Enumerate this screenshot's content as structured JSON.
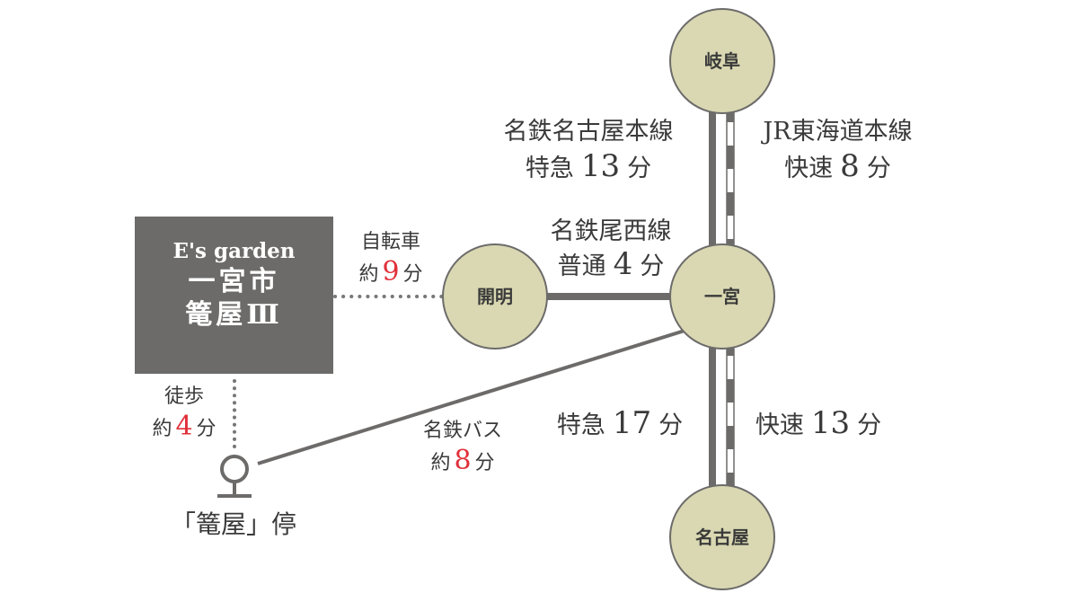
{
  "property": {
    "brand": "E's garden",
    "line1": "一宮市",
    "line2": "篭屋Ⅲ"
  },
  "stations": {
    "gifu": "岐阜",
    "ichinomiya": "一宮",
    "nagoya": "名古屋",
    "kaimei": "開明"
  },
  "bus_stop": "「篭屋」停",
  "routes": {
    "bicycle": {
      "mode": "自転車",
      "prefix": "約",
      "minutes": "9",
      "unit": "分"
    },
    "walk": {
      "mode": "徒歩",
      "prefix": "約",
      "minutes": "4",
      "unit": "分"
    },
    "bus": {
      "mode": "名鉄バス",
      "prefix": "約",
      "minutes": "8",
      "unit": "分"
    },
    "bisai": {
      "line": "名鉄尾西線",
      "service": "普通",
      "minutes": "4",
      "unit": "分"
    },
    "meitetsu_north": {
      "line": "名鉄名古屋本線",
      "service": "特急",
      "minutes": "13",
      "unit": "分"
    },
    "jr_north": {
      "line": "JR東海道本線",
      "service": "快速",
      "minutes": "8",
      "unit": "分"
    },
    "meitetsu_south": {
      "service": "特急",
      "minutes": "17",
      "unit": "分"
    },
    "jr_south": {
      "service": "快速",
      "minutes": "13",
      "unit": "分"
    }
  },
  "colors": {
    "station_fill": "#d9d8b2",
    "line": "#6d6b6a",
    "accent": "#e0303a"
  }
}
